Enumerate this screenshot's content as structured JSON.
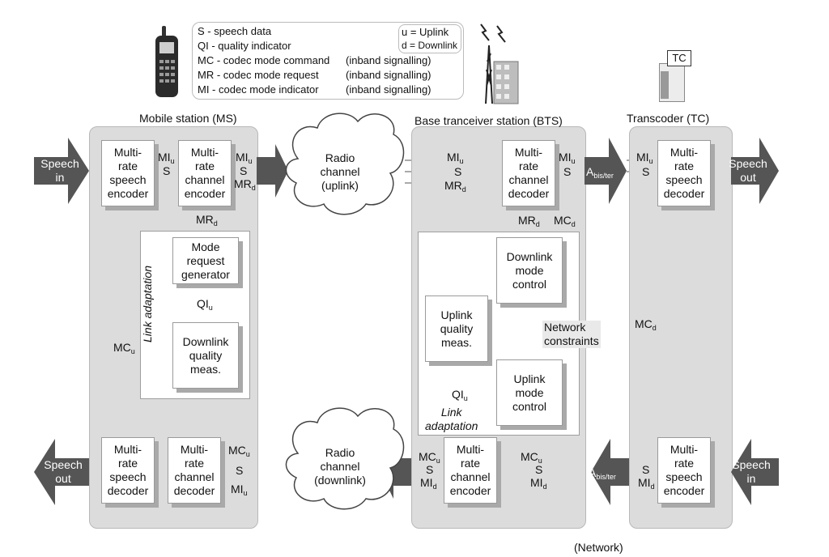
{
  "legend": {
    "items": [
      {
        "text": "S - speech data"
      },
      {
        "text": "QI - quality indicator"
      },
      {
        "text": "MC - codec mode command",
        "note": "(inband signalling)"
      },
      {
        "text": "MR - codec mode request",
        "note": "(inband signalling)"
      },
      {
        "text": "MI - codec mode indicator",
        "note": "(inband signalling)"
      }
    ],
    "uplink": "u = Uplink",
    "downlink": "d = Downlink"
  },
  "sections": {
    "ms": "Mobile station (MS)",
    "bts": "Base tranceiver station (BTS)",
    "tc": "Transcoder (TC)",
    "tc_icon": "TC",
    "network": "(Network)"
  },
  "clouds": {
    "uplink": "Radio\nchannel\n(uplink)",
    "downlink": "Radio\nchannel\n(downlink)"
  },
  "io": {
    "speech_in": "Speech\nin",
    "speech_out": "Speech\nout"
  },
  "blocks": {
    "ms_speech_encoder": "Multi-\nrate\nspeech\nencoder",
    "ms_channel_encoder": "Multi-\nrate\nchannel\nencoder",
    "ms_mode_request": "Mode\nrequest\ngenerator",
    "ms_dl_quality": "Downlink\nquality\nmeas.",
    "ms_speech_decoder": "Multi-\nrate\nspeech\ndecoder",
    "ms_channel_decoder": "Multi-\nrate\nchannel\ndecoder",
    "bts_channel_decoder": "Multi-\nrate\nchannel\ndecoder",
    "bts_dl_mode_control": "Downlink\nmode\ncontrol",
    "bts_ul_quality": "Uplink\nquality\nmeas.",
    "bts_ul_mode_control": "Uplink\nmode\ncontrol",
    "bts_channel_encoder": "Multi-\nrate\nchannel\nencoder",
    "tc_speech_decoder": "Multi-\nrate\nspeech\ndecoder",
    "tc_speech_encoder": "Multi-\nrate\nspeech\nencoder"
  },
  "labels": {
    "link_adaptation": "Link adaptation",
    "link_adaptation_bts": "Link\nadaptation",
    "network_constraints": "Network\nconstraints",
    "abis": "A",
    "abis_sub": "bis/ter",
    "s": "S",
    "mi": "MI",
    "mr": "MR",
    "mc": "MC",
    "qi": "QI",
    "u": "u",
    "d": "d"
  }
}
